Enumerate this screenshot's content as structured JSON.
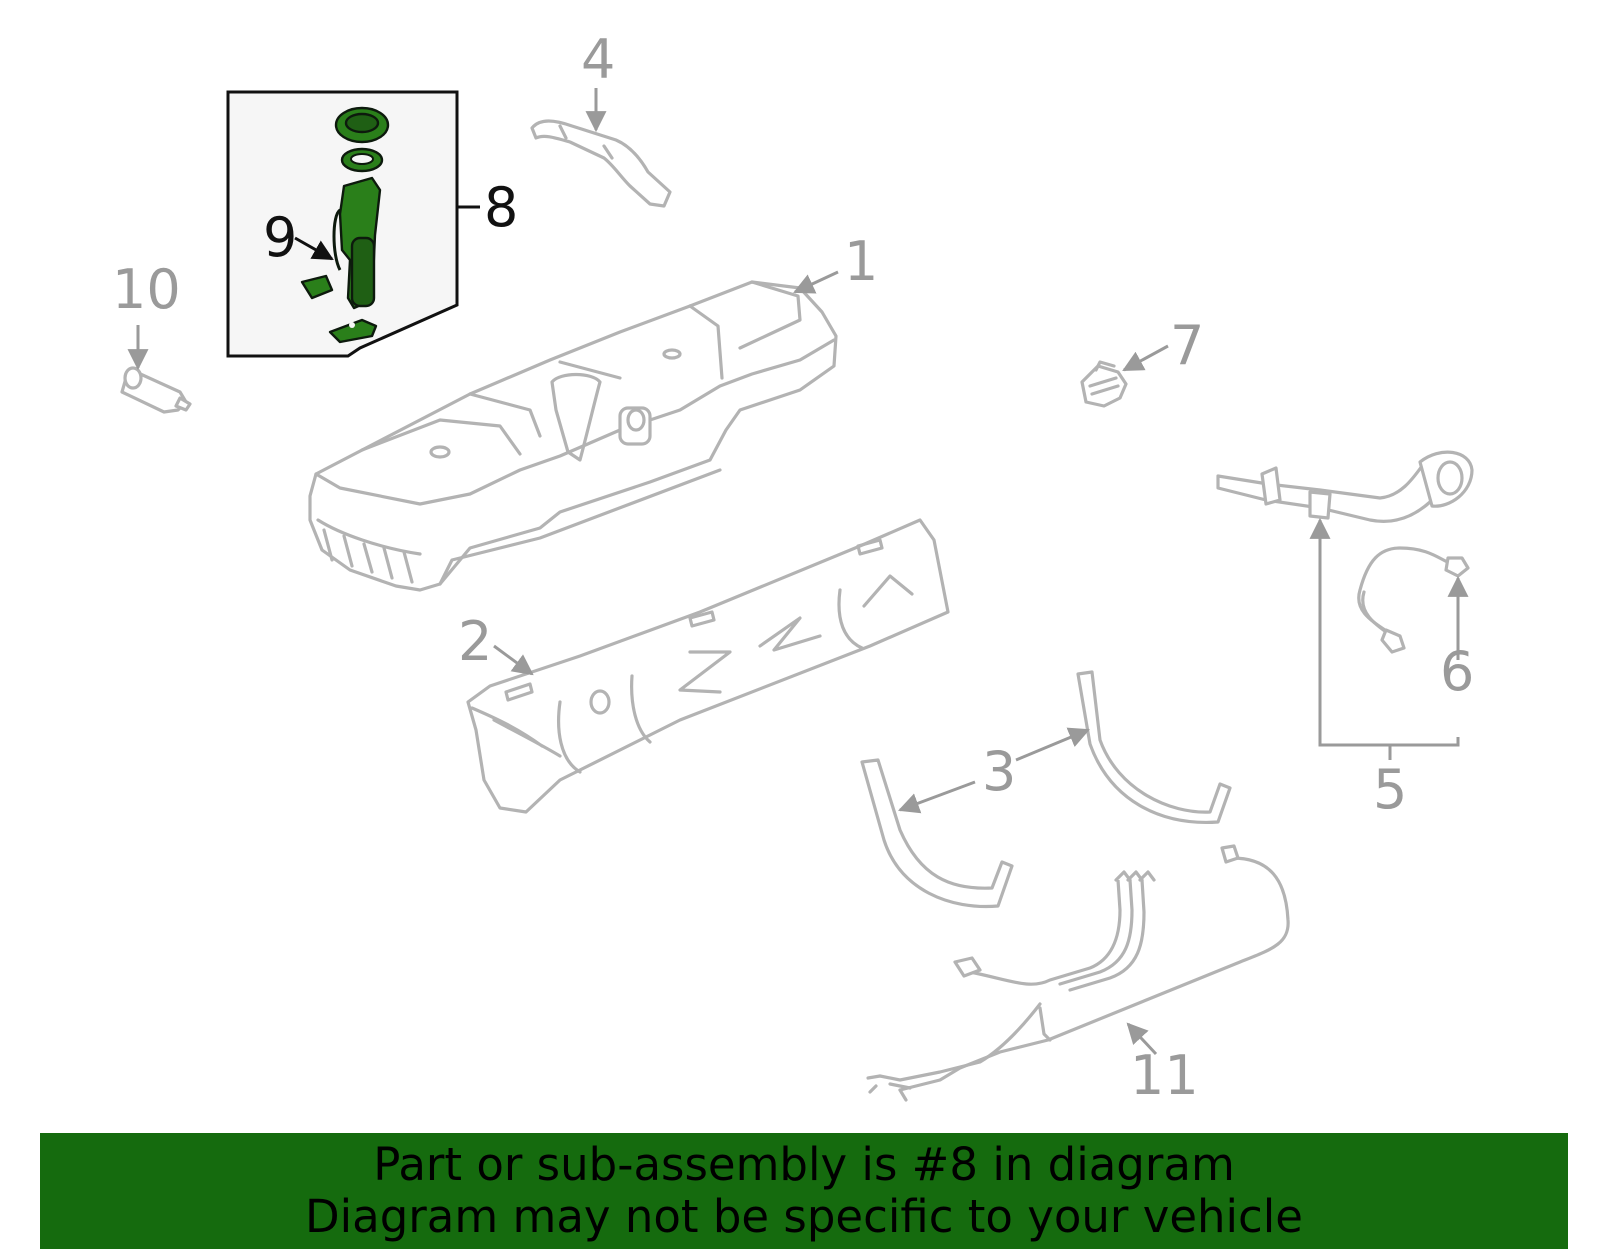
{
  "callouts": {
    "c1": "1",
    "c2": "2",
    "c3": "3",
    "c4": "4",
    "c5": "5",
    "c6": "6",
    "c7": "7",
    "c8": "8",
    "c9": "9",
    "c10": "10",
    "c11": "11"
  },
  "highlighted_part": "8",
  "colors": {
    "highlight": "#2a7f1a",
    "banner": "#156b0e",
    "part_outline": "#b3b3b3",
    "callout_gray": "#9a9a9a"
  },
  "banner": {
    "line1": "Part or sub-assembly is #8 in diagram",
    "line2": "Diagram may not be specific to your vehicle"
  }
}
